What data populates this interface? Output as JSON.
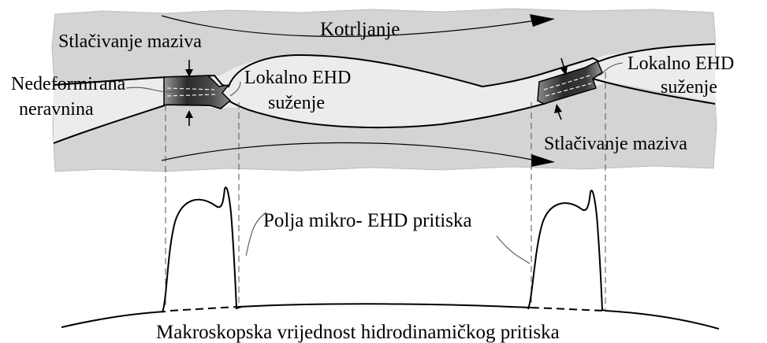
{
  "labels": {
    "rolling": "Kotrljanje",
    "compression_left": "Stlačivanje maziva",
    "compression_right": "Stlačivanje maziva",
    "undeformed_line1": "Nedeformirana",
    "undeformed_line2": "neravnina",
    "local_ehd_left_line1": "Lokalno EHD",
    "local_ehd_left_line2": "suženje",
    "local_ehd_right_line1": "Lokalno EHD",
    "local_ehd_right_line2": "suženje",
    "micro_ehd_fields": "Polja mikro- EHD pritiska",
    "macro_pressure": "Makroskopska vrijednost hidrodinamičkog pritiska"
  },
  "colors": {
    "background": "#ffffff",
    "contact_zone": "#d4d4d4",
    "film_gap": "#ececec",
    "ink": "#000000",
    "guide_lines": "#555555"
  },
  "icons": {
    "arrows": "arrowhead-triangle",
    "asperities": "gradient-dark-band"
  }
}
